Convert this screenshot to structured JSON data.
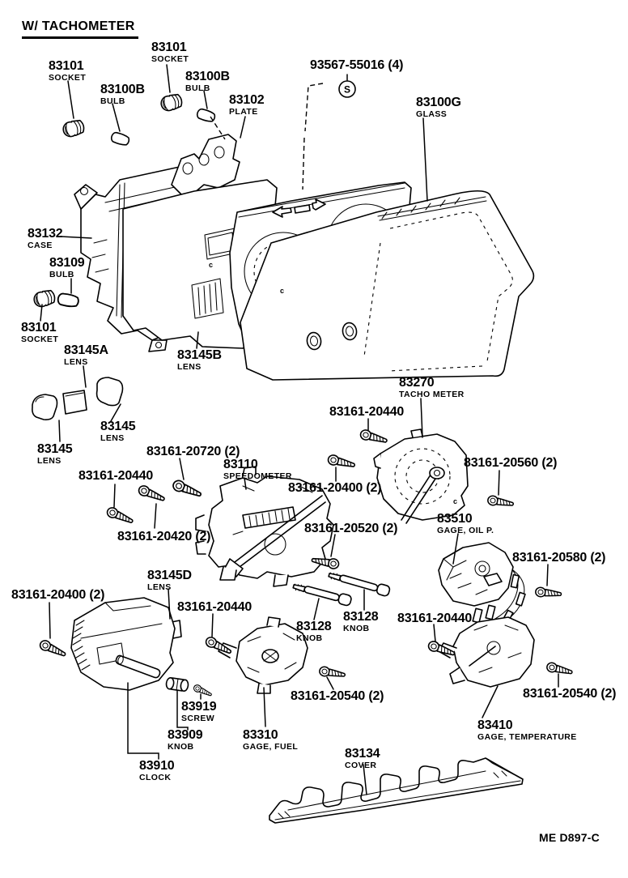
{
  "title": "W/ TACHOMETER",
  "drawing_number": "ME D897-C",
  "fastener_symbol": "S",
  "drawing_marks": {
    "c": "c"
  },
  "colors": {
    "ink": "#000000",
    "paper": "#ffffff"
  },
  "parts": [
    {
      "number": "83101",
      "name": "SOCKET"
    },
    {
      "number": "83100B",
      "name": "BULB"
    },
    {
      "number": "83101",
      "name": "SOCKET"
    },
    {
      "number": "83100B",
      "name": "BULB"
    },
    {
      "number": "83102",
      "name": "PLATE"
    },
    {
      "number": "93567-55016 (4)",
      "name": ""
    },
    {
      "number": "83100G",
      "name": "GLASS"
    },
    {
      "number": "83132",
      "name": "CASE"
    },
    {
      "number": "83109",
      "name": "BULB"
    },
    {
      "number": "83101",
      "name": "SOCKET"
    },
    {
      "number": "83145A",
      "name": "LENS"
    },
    {
      "number": "83145B",
      "name": "LENS"
    },
    {
      "number": "83145",
      "name": "LENS"
    },
    {
      "number": "83145",
      "name": "LENS"
    },
    {
      "number": "83161-20720 (2)",
      "name": ""
    },
    {
      "number": "83161-20440",
      "name": ""
    },
    {
      "number": "83110",
      "name": "SPEEDOMETER"
    },
    {
      "number": "83270",
      "name": "TACHO METER"
    },
    {
      "number": "83161-20440",
      "name": ""
    },
    {
      "number": "83161-20400 (2)",
      "name": ""
    },
    {
      "number": "83161-20560 (2)",
      "name": ""
    },
    {
      "number": "83161-20520 (2)",
      "name": ""
    },
    {
      "number": "83510",
      "name": "GAGE, OIL P."
    },
    {
      "number": "83161-20580 (2)",
      "name": ""
    },
    {
      "number": "83161-20420 (2)",
      "name": ""
    },
    {
      "number": "83145D",
      "name": "LENS"
    },
    {
      "number": "83161-20400 (2)",
      "name": ""
    },
    {
      "number": "83161-20440",
      "name": ""
    },
    {
      "number": "83128",
      "name": "KNOB"
    },
    {
      "number": "83128",
      "name": "KNOB"
    },
    {
      "number": "83161-20440",
      "name": ""
    },
    {
      "number": "83161-20540 (2)",
      "name": ""
    },
    {
      "number": "83410",
      "name": "GAGE, TEMPERATURE"
    },
    {
      "number": "83161-20540 (2)",
      "name": ""
    },
    {
      "number": "83919",
      "name": "SCREW"
    },
    {
      "number": "83909",
      "name": "KNOB"
    },
    {
      "number": "83910",
      "name": "CLOCK"
    },
    {
      "number": "83310",
      "name": "GAGE, FUEL"
    },
    {
      "number": "83134",
      "name": "COVER"
    }
  ]
}
